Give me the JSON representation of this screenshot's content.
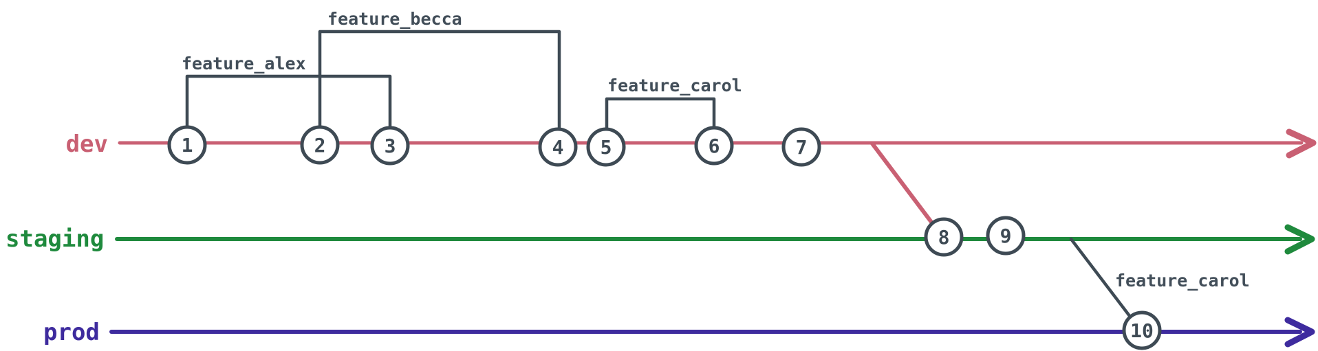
{
  "diagram": {
    "type": "git-branch-graph",
    "branches": [
      {
        "name": "dev"
      },
      {
        "name": "staging"
      },
      {
        "name": "prod"
      }
    ],
    "features": [
      {
        "label": "feature_alex"
      },
      {
        "label": "feature_becca"
      },
      {
        "label": "feature_carol"
      },
      {
        "label": "feature_carol"
      }
    ],
    "commits": [
      {
        "label": "1"
      },
      {
        "label": "2"
      },
      {
        "label": "3"
      },
      {
        "label": "4"
      },
      {
        "label": "5"
      },
      {
        "label": "6"
      },
      {
        "label": "7"
      },
      {
        "label": "8"
      },
      {
        "label": "9"
      },
      {
        "label": "10"
      }
    ]
  },
  "colors": {
    "dev": "#c96073",
    "staging": "#1f8a3d",
    "prod": "#3e2b9e",
    "node_stroke": "#3e4a54",
    "node_fill": "#ffffff",
    "label": "#424e59",
    "background": "#ffffff"
  }
}
